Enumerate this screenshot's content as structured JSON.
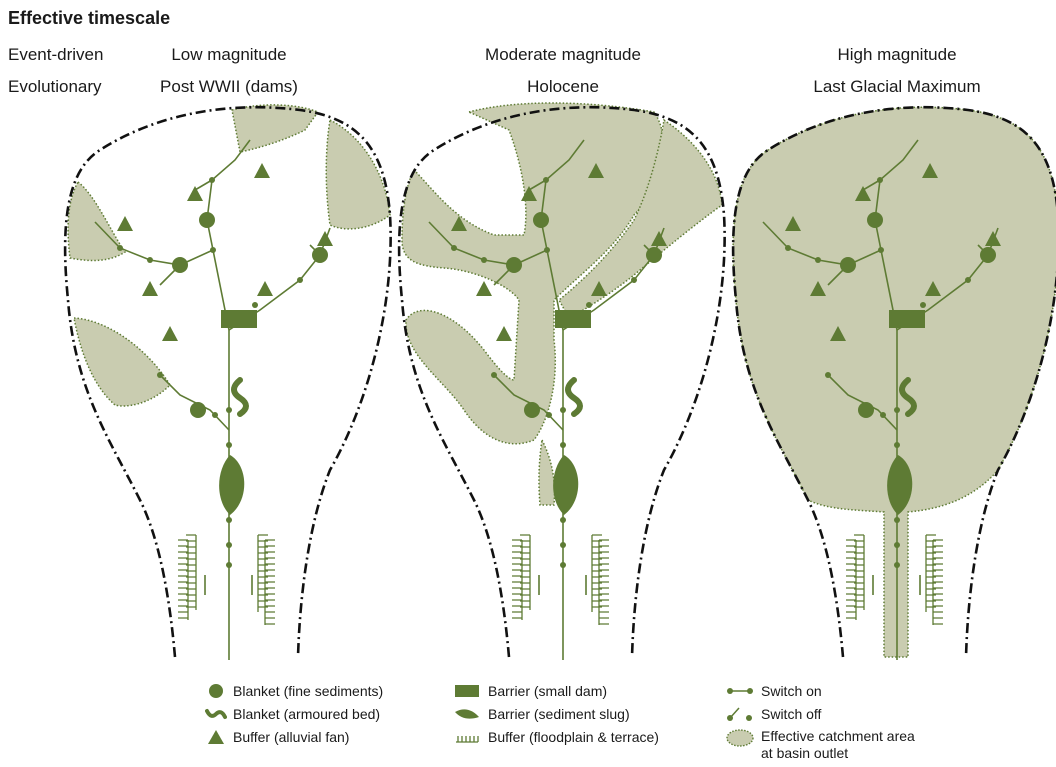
{
  "header": {
    "title": "Effective timescale",
    "row1_label": "Event-driven",
    "row2_label": "Evolutionary",
    "columns": [
      {
        "row1": "Low magnitude",
        "row2": "Post WWII (dams)"
      },
      {
        "row1": "Moderate magnitude",
        "row2": "Holocene"
      },
      {
        "row1": "High magnitude",
        "row2": "Last Glacial Maximum"
      }
    ]
  },
  "colors": {
    "fill": "#c9ccb0",
    "green": "#5e7b34",
    "outline": "#111111"
  },
  "legend": [
    {
      "key": "circle",
      "label": "Blanket (fine sediments)"
    },
    {
      "key": "wave",
      "label": "Blanket (armoured bed)"
    },
    {
      "key": "triangle",
      "label": "Buffer (alluvial fan)"
    },
    {
      "key": "rect",
      "label": "Barrier (small dam)"
    },
    {
      "key": "leaf",
      "label": "Barrier (sediment slug)"
    },
    {
      "key": "comb",
      "label": "Buffer (floodplain & terrace)"
    },
    {
      "key": "switch-on",
      "label": "Switch on"
    },
    {
      "key": "switch-off",
      "label": "Switch off"
    },
    {
      "key": "area",
      "label": "Effective catchment area",
      "label2": "at basin outlet"
    }
  ]
}
